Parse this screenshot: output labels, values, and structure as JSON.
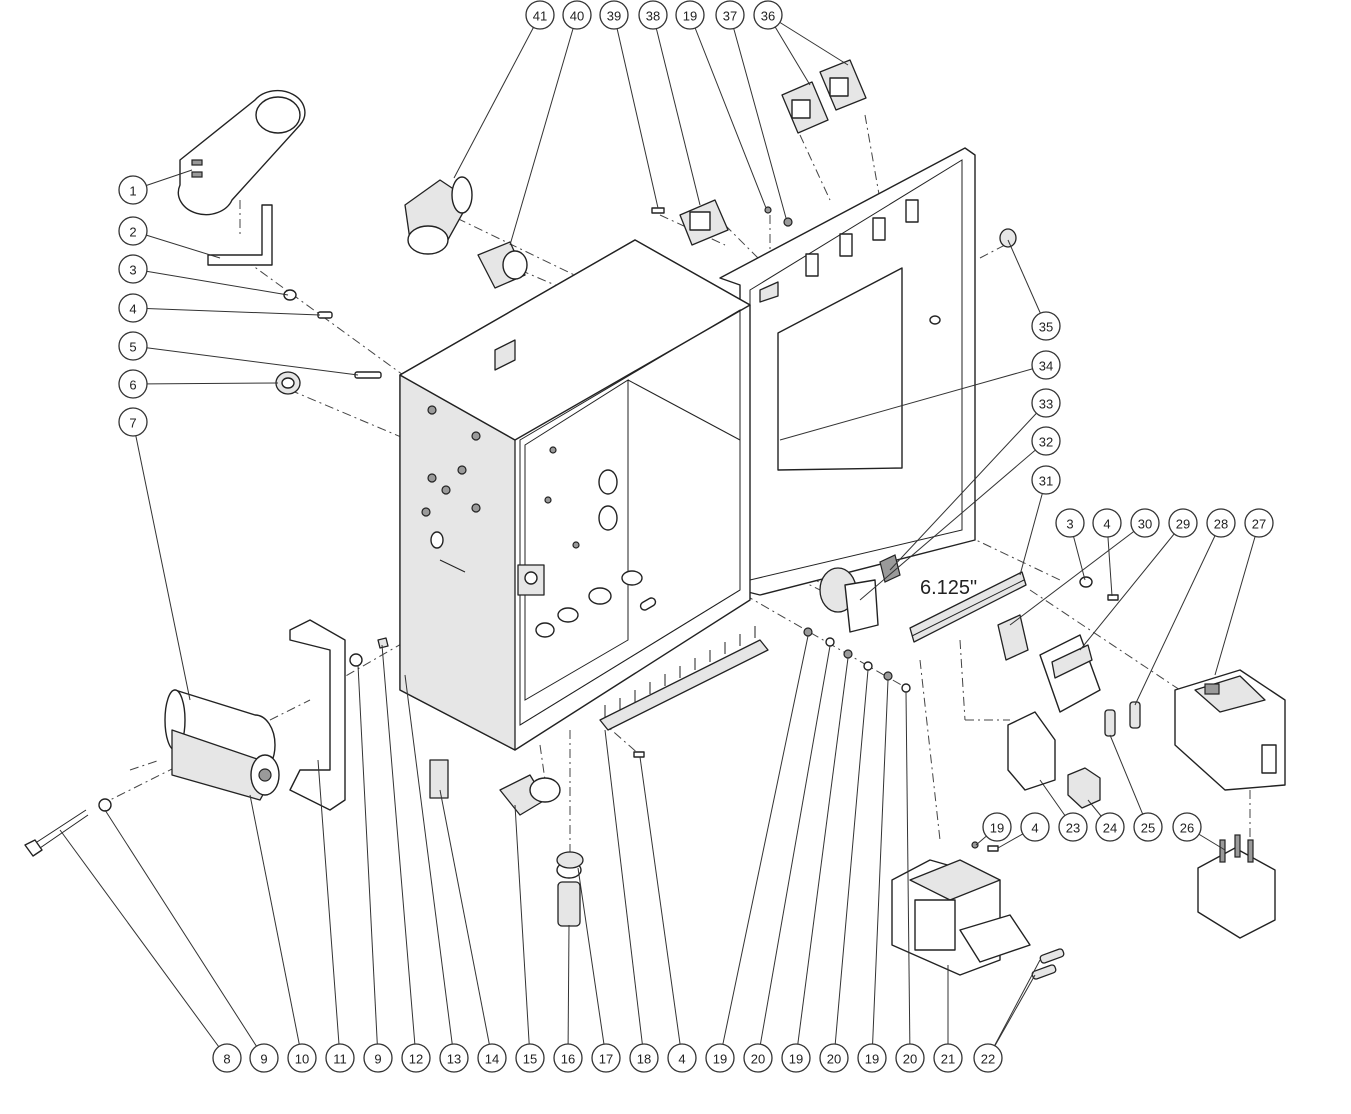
{
  "dimension_label": "6.125\"",
  "callouts": [
    {
      "id": "c-41",
      "label": "41"
    },
    {
      "id": "c-40",
      "label": "40"
    },
    {
      "id": "c-39",
      "label": "39"
    },
    {
      "id": "c-38",
      "label": "38"
    },
    {
      "id": "c-19a",
      "label": "19"
    },
    {
      "id": "c-37",
      "label": "37"
    },
    {
      "id": "c-36",
      "label": "36"
    },
    {
      "id": "c-1",
      "label": "1"
    },
    {
      "id": "c-2",
      "label": "2"
    },
    {
      "id": "c-3a",
      "label": "3"
    },
    {
      "id": "c-4a",
      "label": "4"
    },
    {
      "id": "c-5",
      "label": "5"
    },
    {
      "id": "c-6",
      "label": "6"
    },
    {
      "id": "c-7",
      "label": "7"
    },
    {
      "id": "c-35",
      "label": "35"
    },
    {
      "id": "c-34",
      "label": "34"
    },
    {
      "id": "c-33",
      "label": "33"
    },
    {
      "id": "c-32",
      "label": "32"
    },
    {
      "id": "c-31",
      "label": "31"
    },
    {
      "id": "c-3b",
      "label": "3"
    },
    {
      "id": "c-4b",
      "label": "4"
    },
    {
      "id": "c-30",
      "label": "30"
    },
    {
      "id": "c-29",
      "label": "29"
    },
    {
      "id": "c-28",
      "label": "28"
    },
    {
      "id": "c-27",
      "label": "27"
    },
    {
      "id": "c-23",
      "label": "23"
    },
    {
      "id": "c-24",
      "label": "24"
    },
    {
      "id": "c-25",
      "label": "25"
    },
    {
      "id": "c-26",
      "label": "26"
    },
    {
      "id": "c-19b",
      "label": "19"
    },
    {
      "id": "c-4c",
      "label": "4"
    },
    {
      "id": "b-8",
      "label": "8"
    },
    {
      "id": "b-9a",
      "label": "9"
    },
    {
      "id": "b-10",
      "label": "10"
    },
    {
      "id": "b-11",
      "label": "11"
    },
    {
      "id": "b-9b",
      "label": "9"
    },
    {
      "id": "b-12",
      "label": "12"
    },
    {
      "id": "b-13",
      "label": "13"
    },
    {
      "id": "b-14",
      "label": "14"
    },
    {
      "id": "b-15",
      "label": "15"
    },
    {
      "id": "b-16",
      "label": "16"
    },
    {
      "id": "b-17",
      "label": "17"
    },
    {
      "id": "b-18",
      "label": "18"
    },
    {
      "id": "b-4",
      "label": "4"
    },
    {
      "id": "b-19a",
      "label": "19"
    },
    {
      "id": "b-20a",
      "label": "20"
    },
    {
      "id": "b-19b",
      "label": "19"
    },
    {
      "id": "b-20b",
      "label": "20"
    },
    {
      "id": "b-19c",
      "label": "19"
    },
    {
      "id": "b-20c",
      "label": "20"
    },
    {
      "id": "b-21",
      "label": "21"
    },
    {
      "id": "b-22",
      "label": "22"
    }
  ]
}
